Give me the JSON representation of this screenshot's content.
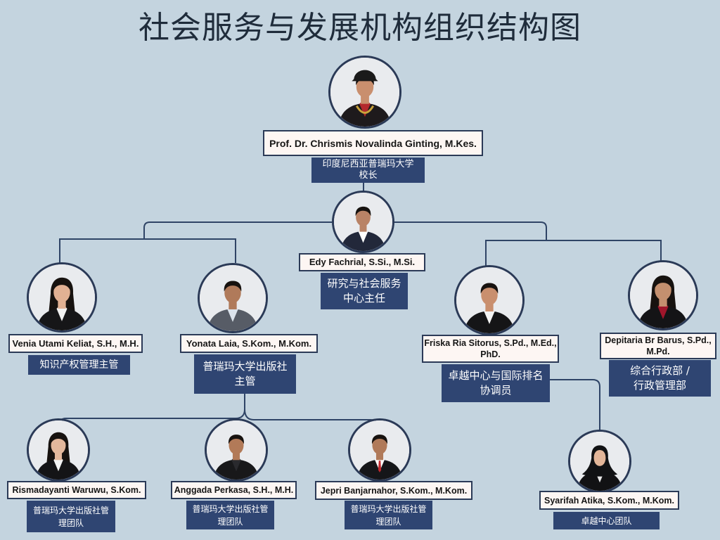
{
  "title": "社会服务与发展机构组织结构图",
  "colors": {
    "background": "#c4d4df",
    "title_text": "#1f2c3b",
    "name_box": "#fdf6f3",
    "name_border": "#2b3a57",
    "role_box": "#2f4572",
    "role_text": "#ffffff",
    "connector": "#2f4466",
    "photo_border": "#2b3a57"
  },
  "members": [
    {
      "name": [
        "Prof. Dr. Chrismis Novalinda Ginting, M.Kes."
      ],
      "role": [
        "印度尼西亚普瑞玛大学",
        "校长"
      ]
    },
    {
      "name": [
        "Edy Fachrial, S.Si., M.Si."
      ],
      "role": [
        "研究与社会服务",
        "中心主任"
      ]
    },
    {
      "name": [
        "Venia Utami Keliat, S.H., M.H."
      ],
      "role": [
        "知识产权管理主管"
      ]
    },
    {
      "name": [
        "Yonata Laia, S.Kom., M.Kom."
      ],
      "role": [
        "普瑞玛大学出版社",
        "主管"
      ]
    },
    {
      "name": [
        "Friska Ria Sitorus, S.Pd., M.Ed.,",
        "PhD."
      ],
      "role": [
        "卓越中心与国际排名",
        "协调员"
      ]
    },
    {
      "name": [
        "Depitaria Br Barus, S.Pd.,",
        "M.Pd."
      ],
      "role": [
        "综合行政部 /",
        "行政管理部"
      ]
    },
    {
      "name": [
        "Rismadayanti Waruwu, S.Kom."
      ],
      "role": [
        "普瑞玛大学出版社管",
        "理团队"
      ]
    },
    {
      "name": [
        "Anggada Perkasa, S.H., M.H."
      ],
      "role": [
        "普瑞玛大学出版社管",
        "理团队"
      ]
    },
    {
      "name": [
        "Jepri Banjarnahor, S.Kom., M.Kom."
      ],
      "role": [
        "普瑞玛大学出版社管",
        "理团队"
      ]
    },
    {
      "name": [
        "Syarifah Atika, S.Kom., M.Kom."
      ],
      "role": [
        "卓越中心团队"
      ]
    }
  ]
}
